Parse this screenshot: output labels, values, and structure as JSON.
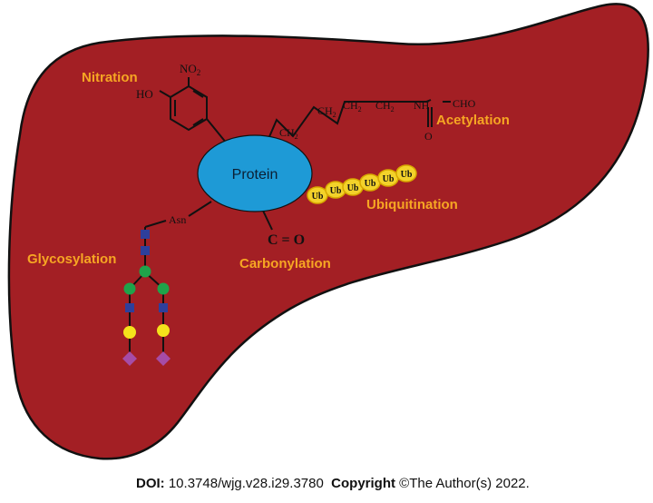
{
  "diagram": {
    "center_label": "Protein",
    "modifications": {
      "nitration": "Nitration",
      "acetylation": "Acetylation",
      "ubiquitination": "Ubiquitination",
      "glycosylation": "Glycosylation",
      "carbonylation": "Carbonylation"
    },
    "chemistry": {
      "hydroxyl": "HO",
      "nitro": "NO",
      "nitro_sub": "2",
      "ch2": "CH",
      "ch2_sub": "2",
      "nh": "NH",
      "cho": "CHO",
      "oxygen": "O",
      "asn": "Asn",
      "carbonyl": "C = O",
      "ubiquitin": "Ub"
    },
    "colors": {
      "liver": "#a31f24",
      "protein": "#1e9ad6",
      "label": "#f6a623",
      "ubiquitin": "#f3d22a",
      "glycan_square": "#2e3f9c",
      "glycan_circle_green": "#1fa34a",
      "glycan_circle_yellow": "#f5e21b",
      "glycan_diamond": "#a64ca6"
    }
  },
  "footer": {
    "doi_label": "DOI:",
    "doi_value": "10.3748/wjg.v28.i29.3780",
    "copyright_label": "Copyright",
    "copyright_value": "©The Author(s) 2022."
  }
}
